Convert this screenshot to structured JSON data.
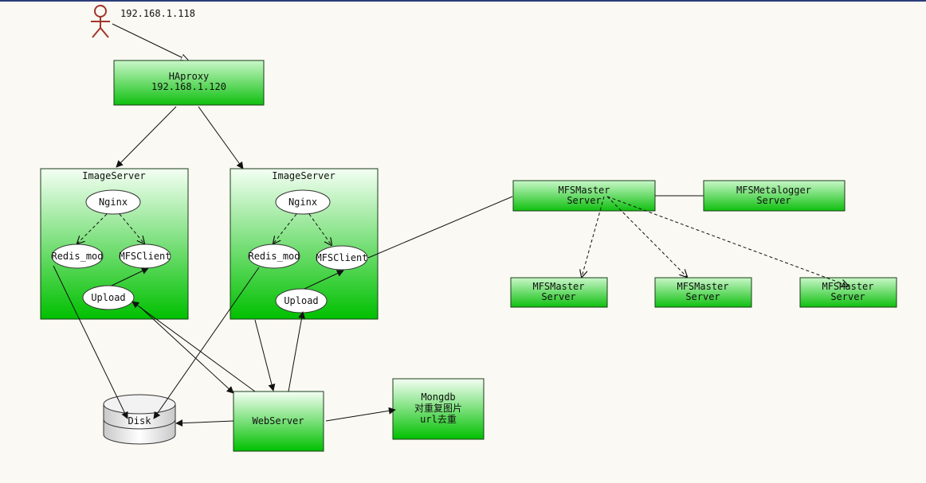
{
  "client": {
    "ip": "192.168.1.118",
    "icon": "person-icon"
  },
  "haproxy": {
    "name": "HAproxy",
    "ip": "192.168.1.120"
  },
  "image_servers": [
    {
      "title": "ImageServer",
      "nginx": "Nginx",
      "redis": "Redis_mod",
      "mfsclient": "MFSClient",
      "upload": "Upload"
    },
    {
      "title": "ImageServer",
      "nginx": "Nginx",
      "redis": "Redis_mod",
      "mfsclient": "MFSClient",
      "upload": "Upload"
    }
  ],
  "mfs_master": {
    "line1": "MFSMaster",
    "line2": "Server"
  },
  "mfs_metalogger": {
    "line1": "MFSMetalogger",
    "line2": "Server"
  },
  "mfs_chunks": [
    {
      "line1": "MFSMaster",
      "line2": "Server"
    },
    {
      "line1": "MFSMaster",
      "line2": "Server"
    },
    {
      "line1": "MFSMaster",
      "line2": "Server"
    }
  ],
  "disk": {
    "label": "Disk"
  },
  "webserver": {
    "label": "WebServer"
  },
  "mongodb": {
    "line1": "Mongdb",
    "line2": "对重复图片",
    "line3": "url去重"
  },
  "colors": {
    "box_top": "#f4fff4",
    "box_bottom": "#00c000",
    "person": "#a0352a",
    "background": "#fbf9f3"
  }
}
